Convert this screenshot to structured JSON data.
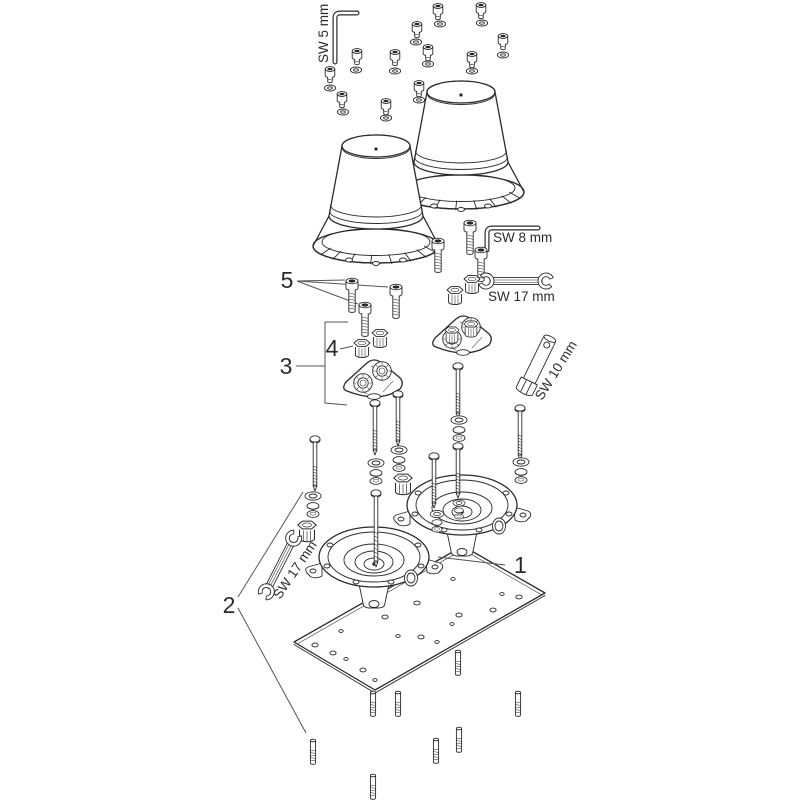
{
  "diagram": {
    "type": "exploded-assembly-drawing",
    "background": "#ffffff",
    "line_color": "#2b2b2b",
    "tools": {
      "sw5": {
        "label": "SW 5 mm",
        "type": "hex-key-icon"
      },
      "sw8": {
        "label": "SW 8 mm",
        "type": "hex-key-icon"
      },
      "sw17_upper": {
        "label": "SW 17 mm",
        "type": "open-end-wrench-icon"
      },
      "sw10": {
        "label": "SW 10 mm",
        "type": "socket-wrench-icon"
      },
      "sw17_lower": {
        "label": "SW 17 mm",
        "type": "open-end-wrench-icon"
      }
    },
    "callouts": {
      "c1": "1",
      "c2": "2",
      "c3": "3",
      "c4": "4",
      "c5": "5"
    }
  }
}
